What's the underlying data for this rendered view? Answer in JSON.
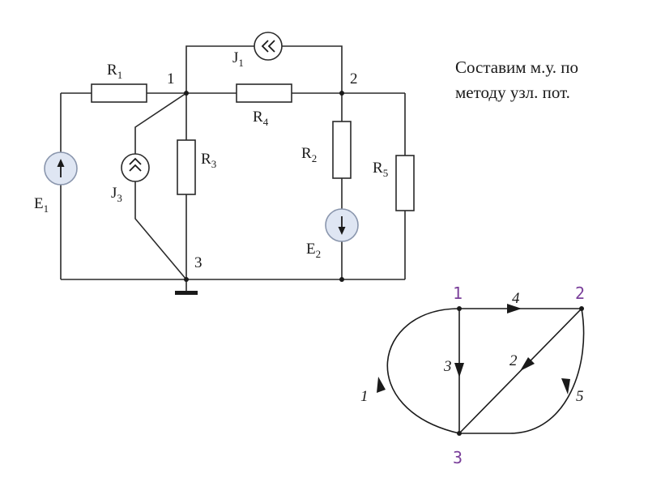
{
  "note": {
    "line1": "Составим м.у. по",
    "line2": "методу узл. пот."
  },
  "circuit": {
    "R1": {
      "main": "R",
      "sub": "1"
    },
    "R2": {
      "main": "R",
      "sub": "2"
    },
    "R3": {
      "main": "R",
      "sub": "3"
    },
    "R4": {
      "main": "R",
      "sub": "4"
    },
    "R5": {
      "main": "R",
      "sub": "5"
    },
    "E1": {
      "main": "E",
      "sub": "1"
    },
    "E2": {
      "main": "E",
      "sub": "2"
    },
    "J1": {
      "main": "J",
      "sub": "1"
    },
    "J3": {
      "main": "J",
      "sub": "3"
    },
    "node1": "1",
    "node2": "2",
    "node3": "3"
  },
  "graph": {
    "nodes": [
      "1",
      "2",
      "3"
    ],
    "node_color": "#7a3f9a",
    "edges": [
      {
        "label": "1",
        "from": "3",
        "to": "1"
      },
      {
        "label": "2",
        "from": "2",
        "to": "3"
      },
      {
        "label": "3",
        "from": "1",
        "to": "3"
      },
      {
        "label": "4",
        "from": "1",
        "to": "2"
      },
      {
        "label": "5",
        "from": "2",
        "to": "3"
      }
    ]
  }
}
